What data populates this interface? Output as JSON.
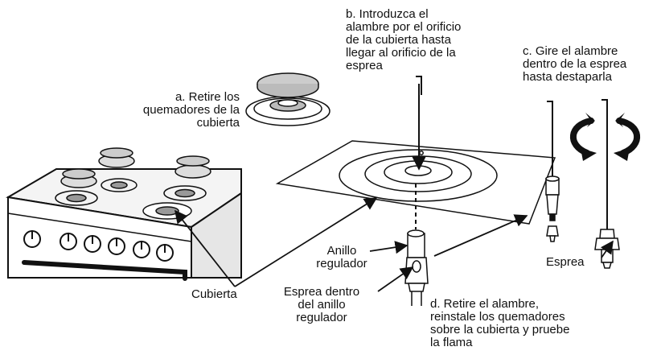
{
  "labels": {
    "step_a": "a. Retire los\nquemadores de la\ncubierta",
    "step_b": "b. Introduzca el\nalambre por el orificio\nde la cubierta hasta\nllegar al orificio de la\nesprea",
    "step_c": "c. Gire el alambre\ndentro de la esprea\nhasta destaparla",
    "step_d": "d. Retire el alambre,\nreinstale los quemadores\nsobre la cubierta y pruebe\nla flama",
    "anillo": "Anillo\nregulador",
    "espreas_dentro": "Esprea dentro\ndel anillo\nregulador",
    "cubierta": "Cubierta",
    "espreas": "Esprea"
  },
  "icons": [
    "rotate-counterclockwise-icon",
    "rotate-clockwise-icon"
  ],
  "colors": {
    "ink": "#111111",
    "burner_cap": "#cccccc",
    "background": "#ffffff"
  }
}
